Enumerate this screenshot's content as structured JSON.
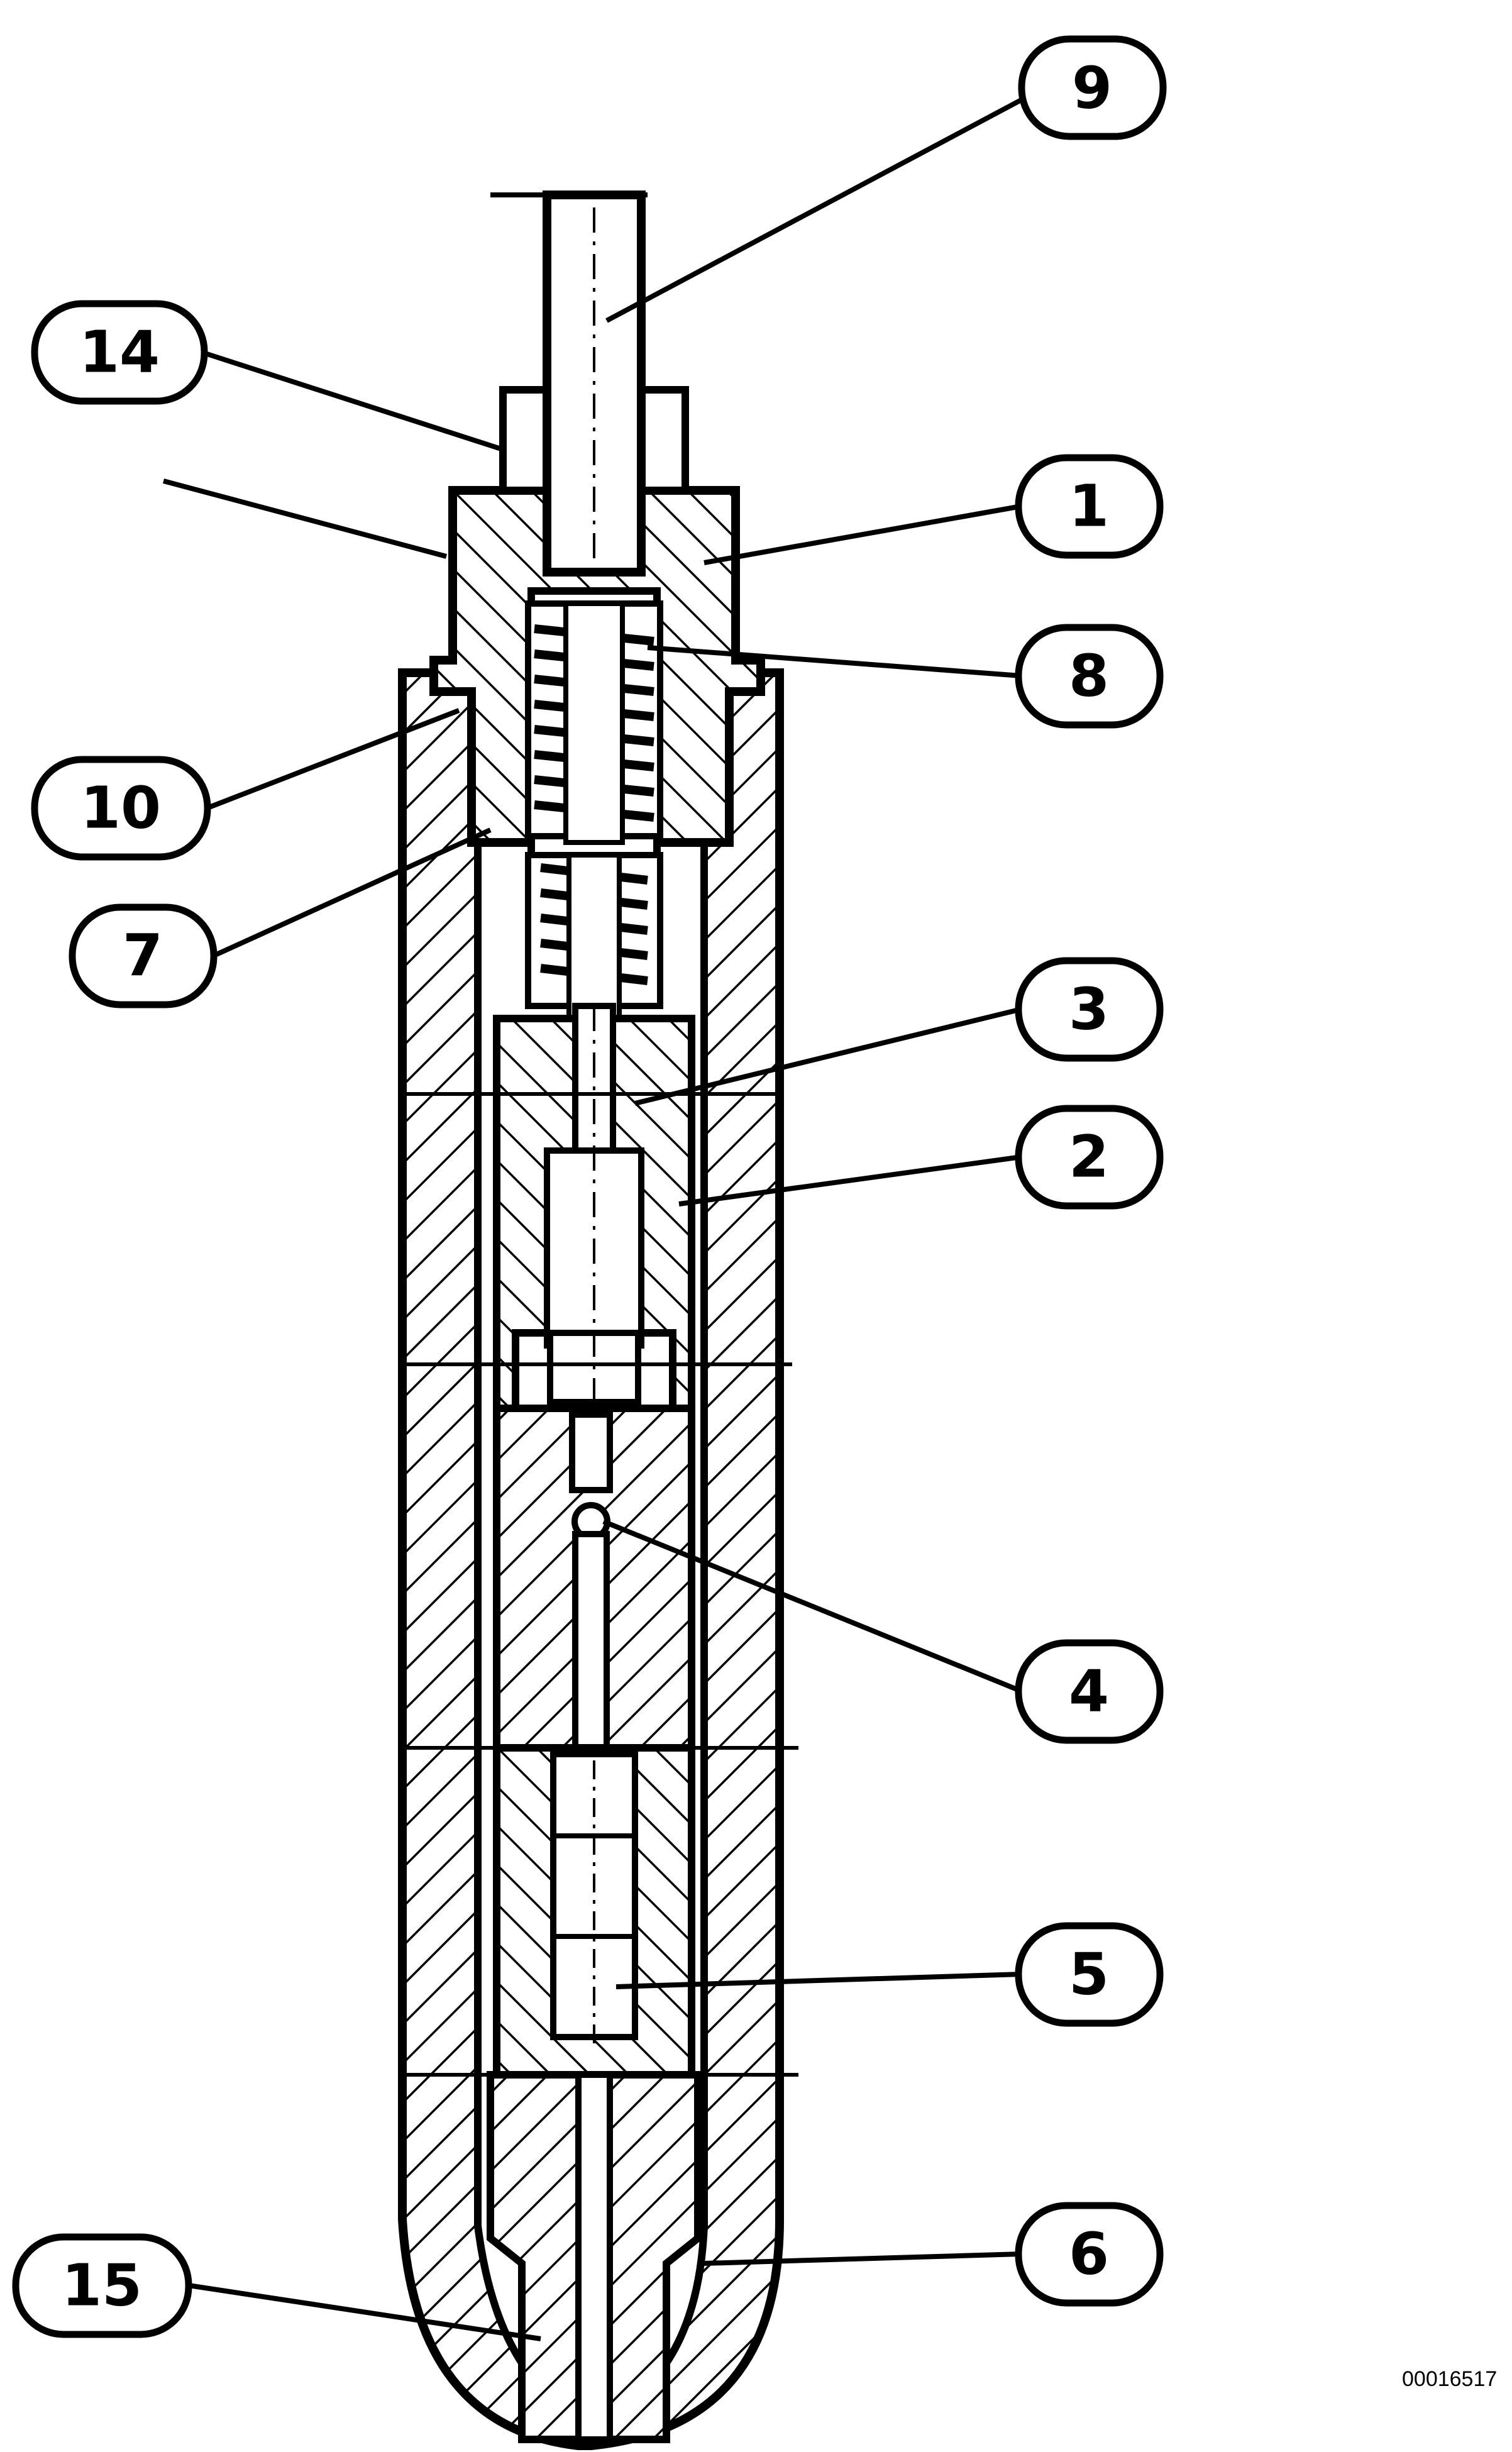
{
  "labels": [
    "9",
    "14",
    "1",
    "8",
    "10",
    "7",
    "3",
    "2",
    "4",
    "5",
    "15",
    "6"
  ],
  "drawing_code": "00016517"
}
